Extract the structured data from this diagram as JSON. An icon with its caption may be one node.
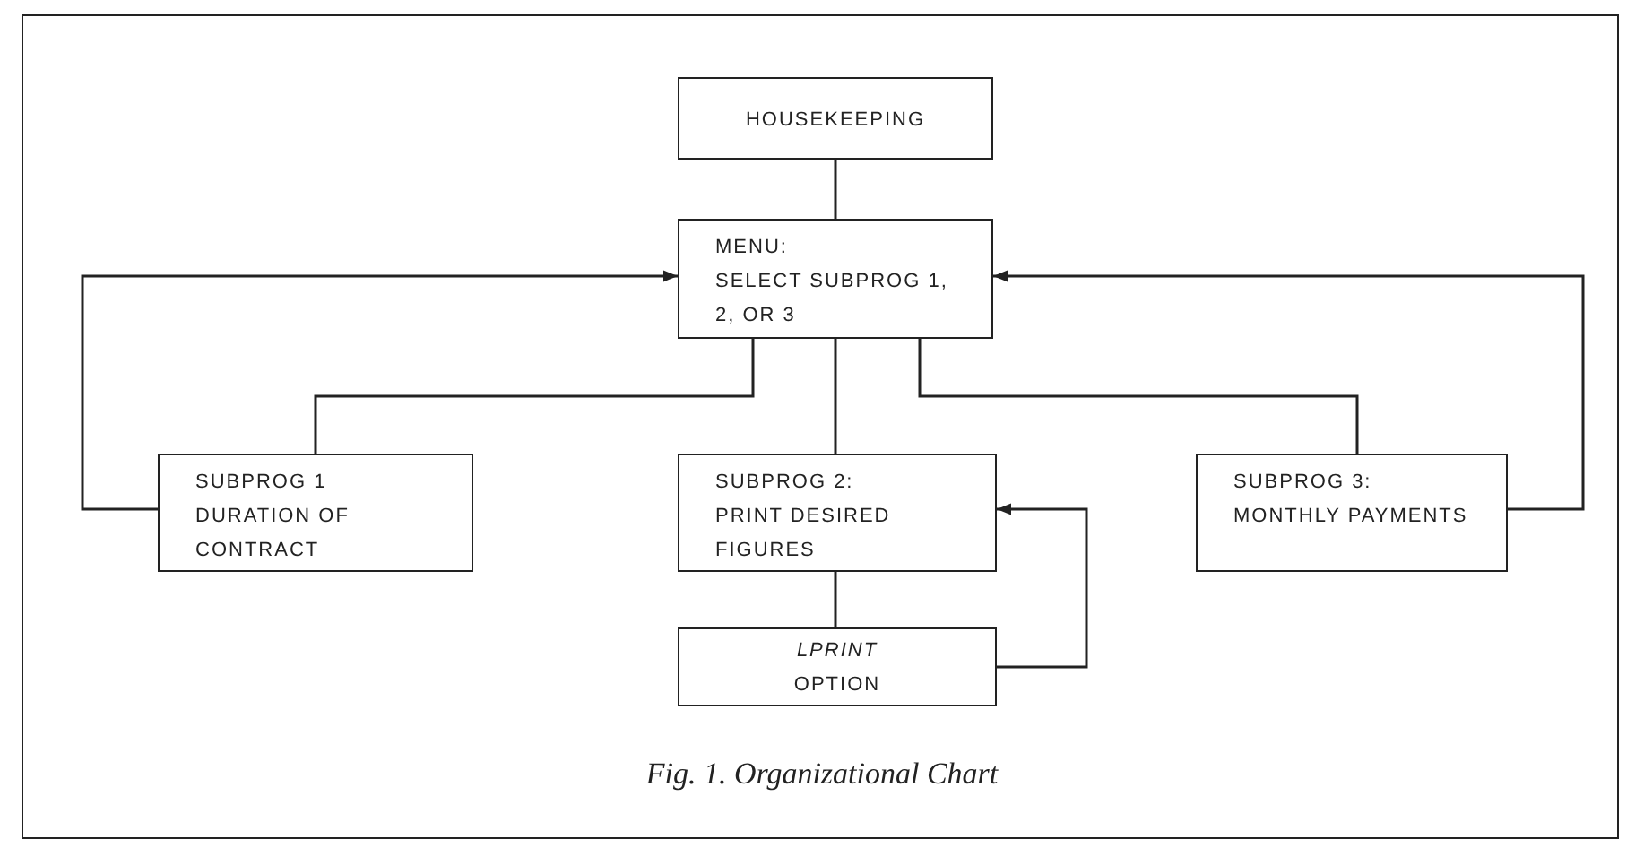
{
  "diagram": {
    "caption": "Fig. 1. Organizational Chart",
    "nodes": [
      {
        "text": [
          "HOUSEKEEPING"
        ]
      },
      {
        "text": [
          "MENU:",
          "SELECT SUBPROG 1, 2, OR 3"
        ]
      },
      {
        "text": [
          "SUBPROG 1",
          "DURATION OF CONTRACT"
        ]
      },
      {
        "text": [
          "SUBPROG 2:",
          "PRINT DESIRED FIGURES"
        ]
      },
      {
        "text": [
          "SUBPROG 3:",
          "MONTHLY PAYMENTS"
        ]
      },
      {
        "text": [
          "LPRINT",
          "OPTION"
        ]
      }
    ],
    "edges": [
      {
        "from": 0,
        "to": 1,
        "arrow": "none"
      },
      {
        "from": 1,
        "to": 2,
        "arrow": "none"
      },
      {
        "from": 2,
        "to": 1,
        "arrow": "to"
      },
      {
        "from": 1,
        "to": 3,
        "arrow": "none"
      },
      {
        "from": 1,
        "to": 4,
        "arrow": "none"
      },
      {
        "from": 4,
        "to": 1,
        "arrow": "to"
      },
      {
        "from": 3,
        "to": 5,
        "arrow": "none"
      },
      {
        "from": 5,
        "to": 3,
        "arrow": "to"
      }
    ]
  }
}
